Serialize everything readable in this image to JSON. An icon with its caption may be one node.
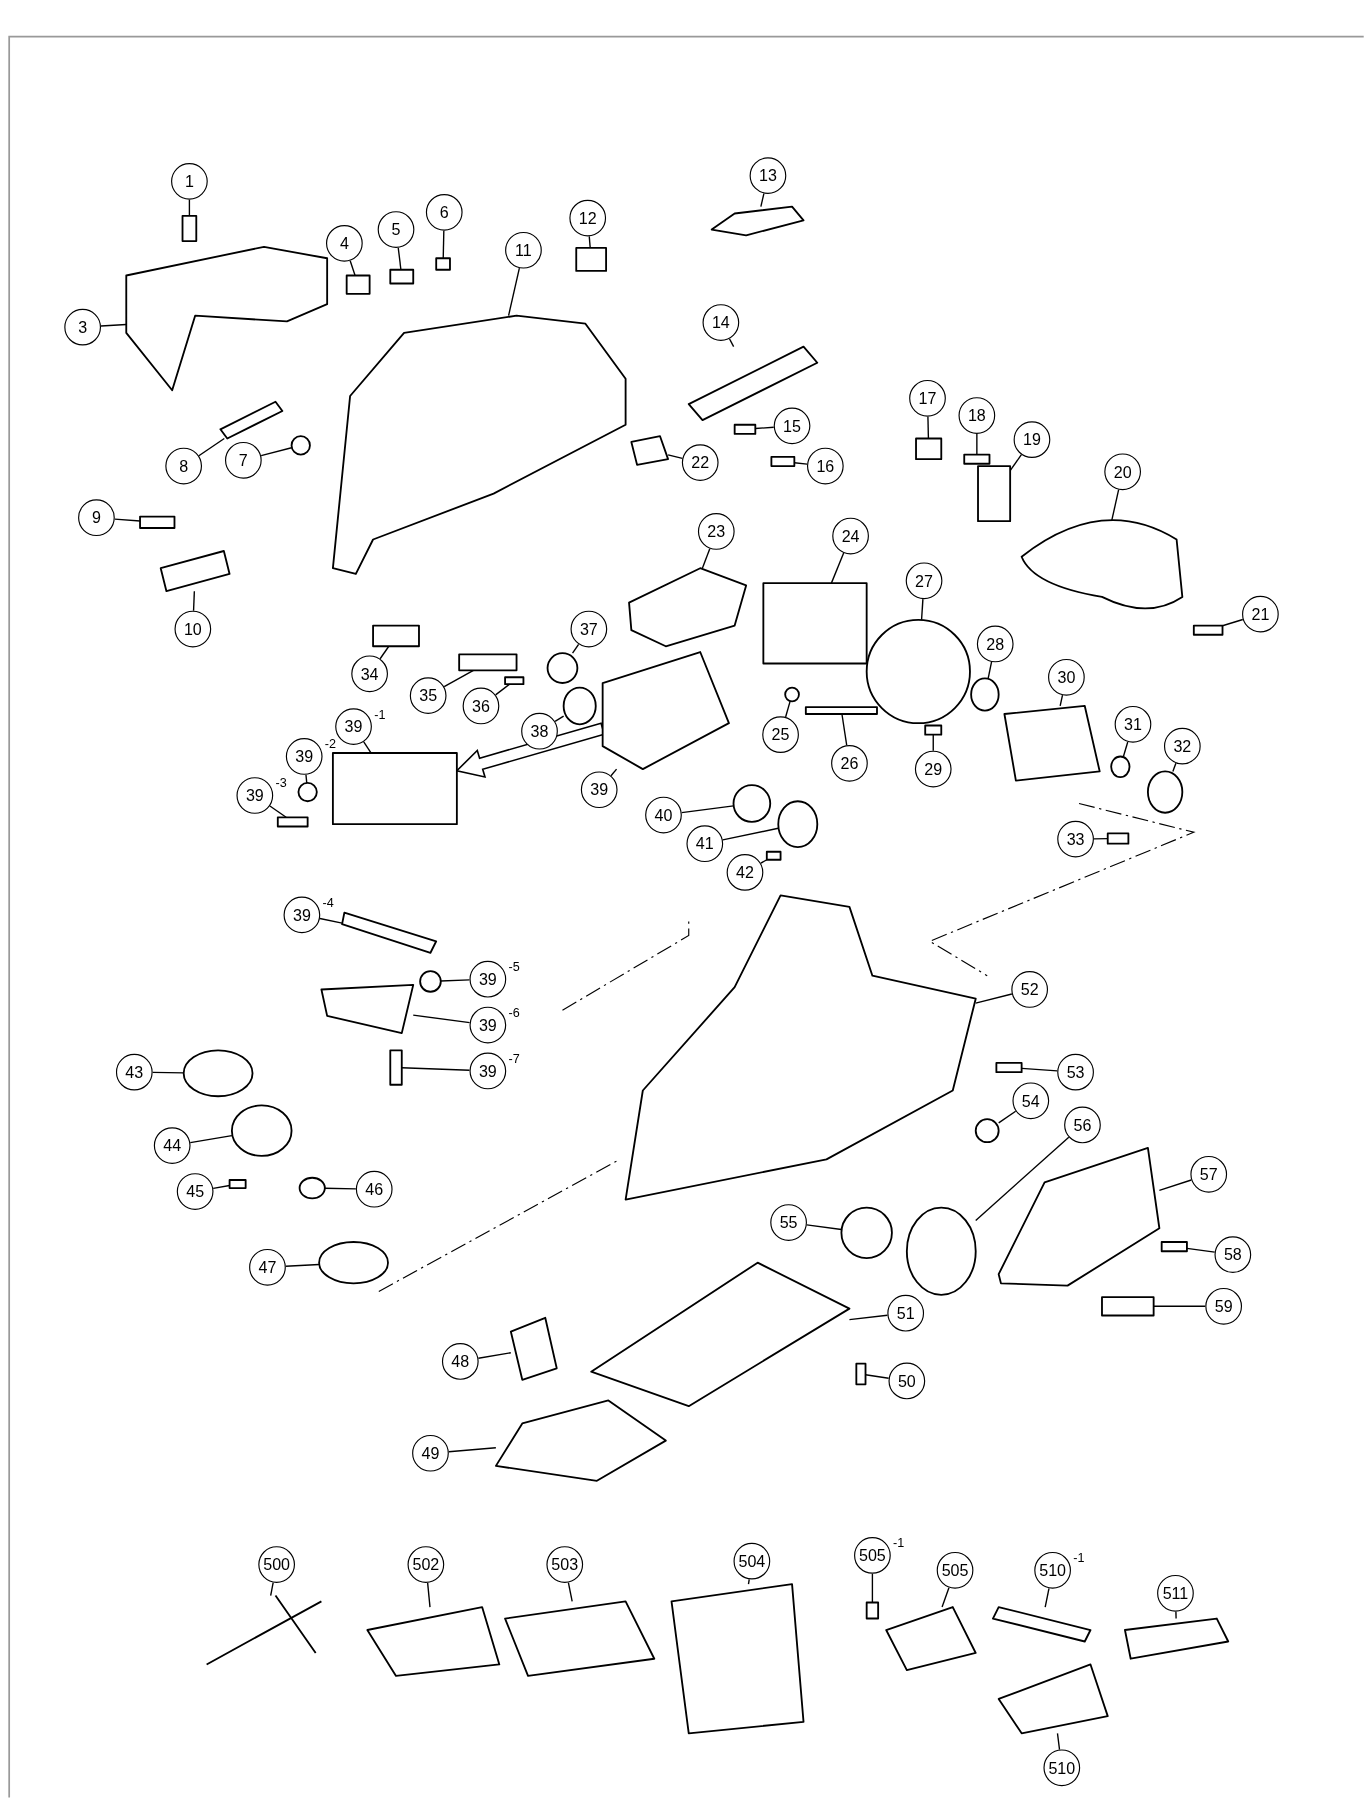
{
  "diagram": {
    "nodes": [
      {
        "text": [
          "1"
        ]
      },
      {
        "text": [
          "3"
        ]
      },
      {
        "text": [
          "4"
        ]
      },
      {
        "text": [
          "5"
        ]
      },
      {
        "text": [
          "6"
        ]
      },
      {
        "text": [
          "7"
        ]
      },
      {
        "text": [
          "8"
        ]
      },
      {
        "text": [
          "9"
        ]
      },
      {
        "text": [
          "10"
        ]
      },
      {
        "text": [
          "11"
        ]
      },
      {
        "text": [
          "12"
        ]
      },
      {
        "text": [
          "13"
        ]
      },
      {
        "text": [
          "14"
        ]
      },
      {
        "text": [
          "15"
        ]
      },
      {
        "text": [
          "16"
        ]
      },
      {
        "text": [
          "17"
        ]
      },
      {
        "text": [
          "18"
        ]
      },
      {
        "text": [
          "19"
        ]
      },
      {
        "text": [
          "20"
        ]
      },
      {
        "text": [
          "21"
        ]
      },
      {
        "text": [
          "22"
        ]
      },
      {
        "text": [
          "23"
        ]
      },
      {
        "text": [
          "24"
        ]
      },
      {
        "text": [
          "25"
        ]
      },
      {
        "text": [
          "26"
        ]
      },
      {
        "text": [
          "27"
        ]
      },
      {
        "text": [
          "28"
        ]
      },
      {
        "text": [
          "29"
        ]
      },
      {
        "text": [
          "30"
        ]
      },
      {
        "text": [
          "31"
        ]
      },
      {
        "text": [
          "32"
        ]
      },
      {
        "text": [
          "33"
        ]
      },
      {
        "text": [
          "34"
        ]
      },
      {
        "text": [
          "35"
        ]
      },
      {
        "text": [
          "36"
        ]
      },
      {
        "text": [
          "37"
        ]
      },
      {
        "text": [
          "38"
        ]
      },
      {
        "text": [
          "39"
        ]
      },
      {
        "text": [
          "39"
        ],
        "beside": [
          "-1"
        ]
      },
      {
        "text": [
          "39"
        ],
        "beside": [
          "-2"
        ]
      },
      {
        "text": [
          "39"
        ],
        "beside": [
          "-3"
        ]
      },
      {
        "text": [
          "39"
        ],
        "beside": [
          "-4"
        ]
      },
      {
        "text": [
          "39"
        ],
        "beside": [
          "-5"
        ]
      },
      {
        "text": [
          "39"
        ],
        "beside": [
          "-6"
        ]
      },
      {
        "text": [
          "39"
        ],
        "beside": [
          "-7"
        ]
      },
      {
        "text": [
          "40"
        ]
      },
      {
        "text": [
          "41"
        ]
      },
      {
        "text": [
          "42"
        ]
      },
      {
        "text": [
          "43"
        ]
      },
      {
        "text": [
          "44"
        ]
      },
      {
        "text": [
          "45"
        ]
      },
      {
        "text": [
          "46"
        ]
      },
      {
        "text": [
          "47"
        ]
      },
      {
        "text": [
          "48"
        ]
      },
      {
        "text": [
          "49"
        ]
      },
      {
        "text": [
          "50"
        ]
      },
      {
        "text": [
          "51"
        ]
      },
      {
        "text": [
          "52"
        ]
      },
      {
        "text": [
          "53"
        ]
      },
      {
        "text": [
          "54"
        ]
      },
      {
        "text": [
          "55"
        ]
      },
      {
        "text": [
          "56"
        ]
      },
      {
        "text": [
          "57"
        ]
      },
      {
        "text": [
          "58"
        ]
      },
      {
        "text": [
          "59"
        ]
      },
      {
        "text": [
          "500"
        ]
      },
      {
        "text": [
          "502"
        ]
      },
      {
        "text": [
          "503"
        ]
      },
      {
        "text": [
          "504"
        ]
      },
      {
        "text": [
          "505"
        ],
        "beside": [
          "-1"
        ]
      },
      {
        "text": [
          "505"
        ]
      },
      {
        "text": [
          "510"
        ],
        "beside": [
          "-1"
        ]
      },
      {
        "text": [
          "510"
        ]
      },
      {
        "text": [
          "511"
        ]
      },
      {
        "text": [],
        "shape": "box"
      },
      {
        "text": [],
        "shape": "picture"
      },
      {
        "text": [],
        "shape": "box"
      },
      {
        "text": [],
        "shape": "box"
      },
      {
        "text": [],
        "shape": "box"
      },
      {
        "text": [],
        "shape": "circle"
      },
      {
        "text": [],
        "shape": "picture"
      },
      {
        "text": [],
        "shape": "box"
      },
      {
        "text": [],
        "shape": "picture"
      },
      {
        "text": [],
        "shape": "picture"
      },
      {
        "text": [],
        "shape": "box"
      },
      {
        "text": [],
        "shape": "picture"
      },
      {
        "text": [],
        "shape": "picture"
      },
      {
        "text": [],
        "shape": "box"
      },
      {
        "text": [],
        "shape": "box"
      },
      {
        "text": [],
        "shape": "box"
      },
      {
        "text": [],
        "shape": "box"
      },
      {
        "text": [],
        "shape": "box"
      },
      {
        "text": [],
        "shape": "picture"
      },
      {
        "text": [],
        "shape": "box"
      },
      {
        "text": [],
        "shape": "picture"
      },
      {
        "text": [],
        "shape": "picture"
      },
      {
        "text": [],
        "shape": "box"
      },
      {
        "text": [],
        "shape": "circle"
      },
      {
        "text": [],
        "shape": "box"
      },
      {
        "text": [],
        "shape": "circle"
      },
      {
        "text": [],
        "shape": "circle"
      },
      {
        "text": [],
        "shape": "box"
      },
      {
        "text": [],
        "shape": "picture"
      },
      {
        "text": [],
        "shape": "circle"
      },
      {
        "text": [],
        "shape": "circle"
      },
      {
        "text": [],
        "shape": "box"
      },
      {
        "text": [],
        "shape": "box"
      },
      {
        "text": [],
        "shape": "box"
      },
      {
        "text": [],
        "shape": "box"
      },
      {
        "text": [],
        "shape": "circle"
      },
      {
        "text": [],
        "shape": "circle"
      },
      {
        "text": [],
        "shape": "picture"
      },
      {
        "text": [],
        "shape": "box"
      },
      {
        "text": [],
        "shape": "circle"
      },
      {
        "text": [],
        "shape": "box"
      },
      {
        "text": [],
        "shape": "picture"
      },
      {
        "text": [],
        "shape": "circle"
      },
      {
        "text": [],
        "shape": "picture"
      },
      {
        "text": [],
        "shape": "box"
      },
      {
        "text": [],
        "shape": "circle"
      },
      {
        "text": [],
        "shape": "circle"
      },
      {
        "text": [],
        "shape": "box"
      },
      {
        "text": [],
        "shape": "circle"
      },
      {
        "text": [],
        "shape": "circle"
      },
      {
        "text": [],
        "shape": "box"
      },
      {
        "text": [],
        "shape": "circle"
      },
      {
        "text": [],
        "shape": "circle"
      },
      {
        "text": [],
        "shape": "picture"
      },
      {
        "text": [],
        "shape": "picture"
      },
      {
        "text": [],
        "shape": "box"
      },
      {
        "text": [],
        "shape": "picture"
      },
      {
        "text": [],
        "shape": "picture"
      },
      {
        "text": [],
        "shape": "box"
      },
      {
        "text": [],
        "shape": "circle"
      },
      {
        "text": [],
        "shape": "circle"
      },
      {
        "text": [],
        "shape": "circle"
      },
      {
        "text": [],
        "shape": "picture"
      },
      {
        "text": [],
        "shape": "box"
      },
      {
        "text": [],
        "shape": "box"
      },
      {
        "text": [],
        "shape": "picture"
      },
      {
        "text": [],
        "shape": "picture"
      },
      {
        "text": [],
        "shape": "picture"
      },
      {
        "text": [],
        "shape": "picture"
      },
      {
        "text": [],
        "shape": "box"
      },
      {
        "text": [],
        "shape": "picture"
      },
      {
        "text": [],
        "shape": "picture"
      },
      {
        "text": [],
        "shape": "picture"
      },
      {
        "text": [],
        "shape": "picture"
      }
    ],
    "edges": [
      {
        "from": 0,
        "to": 74,
        "arrow": "none"
      },
      {
        "from": 1,
        "to": 75,
        "arrow": "none"
      },
      {
        "from": 2,
        "to": 76,
        "arrow": "none"
      },
      {
        "from": 3,
        "to": 77,
        "arrow": "none"
      },
      {
        "from": 4,
        "to": 78,
        "arrow": "none"
      },
      {
        "from": 5,
        "to": 79,
        "arrow": "none"
      },
      {
        "from": 6,
        "to": 80,
        "arrow": "none"
      },
      {
        "from": 7,
        "to": 81,
        "arrow": "none"
      },
      {
        "from": 8,
        "to": 82,
        "arrow": "none"
      },
      {
        "from": 9,
        "to": 83,
        "arrow": "none"
      },
      {
        "from": 10,
        "to": 84,
        "arrow": "none"
      },
      {
        "from": 11,
        "to": 85,
        "arrow": "none"
      },
      {
        "from": 12,
        "to": 86,
        "arrow": "none"
      },
      {
        "from": 13,
        "to": 87,
        "arrow": "none"
      },
      {
        "from": 14,
        "to": 88,
        "arrow": "none"
      },
      {
        "from": 15,
        "to": 89,
        "arrow": "none"
      },
      {
        "from": 16,
        "to": 90,
        "arrow": "none"
      },
      {
        "from": 17,
        "to": 91,
        "arrow": "none"
      },
      {
        "from": 18,
        "to": 92,
        "arrow": "none"
      },
      {
        "from": 19,
        "to": 93,
        "arrow": "none"
      },
      {
        "from": 20,
        "to": 94,
        "arrow": "none"
      },
      {
        "from": 21,
        "to": 95,
        "arrow": "none"
      },
      {
        "from": 22,
        "to": 96,
        "arrow": "none"
      },
      {
        "from": 23,
        "to": 97,
        "arrow": "none"
      },
      {
        "from": 24,
        "to": 98,
        "arrow": "none"
      },
      {
        "from": 25,
        "to": 99,
        "arrow": "none"
      },
      {
        "from": 26,
        "to": 100,
        "arrow": "none"
      },
      {
        "from": 27,
        "to": 101,
        "arrow": "none"
      },
      {
        "from": 28,
        "to": 102,
        "arrow": "none"
      },
      {
        "from": 29,
        "to": 103,
        "arrow": "none"
      },
      {
        "from": 30,
        "to": 104,
        "arrow": "none"
      },
      {
        "from": 31,
        "to": 105,
        "arrow": "none"
      },
      {
        "from": 32,
        "to": 106,
        "arrow": "none"
      },
      {
        "from": 33,
        "to": 107,
        "arrow": "none"
      },
      {
        "from": 34,
        "to": 108,
        "arrow": "none"
      },
      {
        "from": 35,
        "to": 109,
        "arrow": "none"
      },
      {
        "from": 36,
        "to": 110,
        "arrow": "none"
      },
      {
        "from": 37,
        "to": 111,
        "arrow": "none"
      },
      {
        "from": 38,
        "to": 112,
        "arrow": "none"
      },
      {
        "from": 39,
        "to": 113,
        "arrow": "none"
      },
      {
        "from": 40,
        "to": 114,
        "arrow": "none"
      },
      {
        "from": 41,
        "to": 115,
        "arrow": "none"
      },
      {
        "from": 42,
        "to": 116,
        "arrow": "none"
      },
      {
        "from": 43,
        "to": 117,
        "arrow": "none"
      },
      {
        "from": 44,
        "to": 118,
        "arrow": "none"
      },
      {
        "from": 45,
        "to": 119,
        "arrow": "none"
      },
      {
        "from": 46,
        "to": 120,
        "arrow": "none"
      },
      {
        "from": 47,
        "to": 121,
        "arrow": "none"
      },
      {
        "from": 48,
        "to": 122,
        "arrow": "none"
      },
      {
        "from": 49,
        "to": 123,
        "arrow": "none"
      },
      {
        "from": 50,
        "to": 124,
        "arrow": "none"
      },
      {
        "from": 51,
        "to": 125,
        "arrow": "none"
      },
      {
        "from": 52,
        "to": 126,
        "arrow": "none"
      },
      {
        "from": 53,
        "to": 127,
        "arrow": "none"
      },
      {
        "from": 54,
        "to": 128,
        "arrow": "none"
      },
      {
        "from": 55,
        "to": 129,
        "arrow": "none"
      },
      {
        "from": 56,
        "to": 130,
        "arrow": "none"
      },
      {
        "from": 57,
        "to": 131,
        "arrow": "none"
      },
      {
        "from": 58,
        "to": 132,
        "arrow": "none"
      },
      {
        "from": 59,
        "to": 133,
        "arrow": "none"
      },
      {
        "from": 60,
        "to": 134,
        "arrow": "none"
      },
      {
        "from": 61,
        "to": 135,
        "arrow": "none"
      },
      {
        "from": 62,
        "to": 136,
        "arrow": "none"
      },
      {
        "from": 63,
        "to": 137,
        "arrow": "none"
      },
      {
        "from": 64,
        "to": 138,
        "arrow": "none"
      },
      {
        "from": 65,
        "to": 139,
        "arrow": "none"
      },
      {
        "from": 66,
        "to": 140,
        "arrow": "none"
      },
      {
        "from": 67,
        "to": 141,
        "arrow": "none"
      },
      {
        "from": 68,
        "to": 142,
        "arrow": "none"
      },
      {
        "from": 69,
        "to": 143,
        "arrow": "none"
      },
      {
        "from": 70,
        "to": 144,
        "arrow": "none"
      },
      {
        "from": 71,
        "to": 145,
        "arrow": "none"
      },
      {
        "from": 72,
        "to": 146,
        "arrow": "none"
      },
      {
        "from": 73,
        "to": 147,
        "arrow": "none"
      },
      {
        "from": 111,
        "to": 112,
        "arrow": "to"
      }
    ]
  }
}
